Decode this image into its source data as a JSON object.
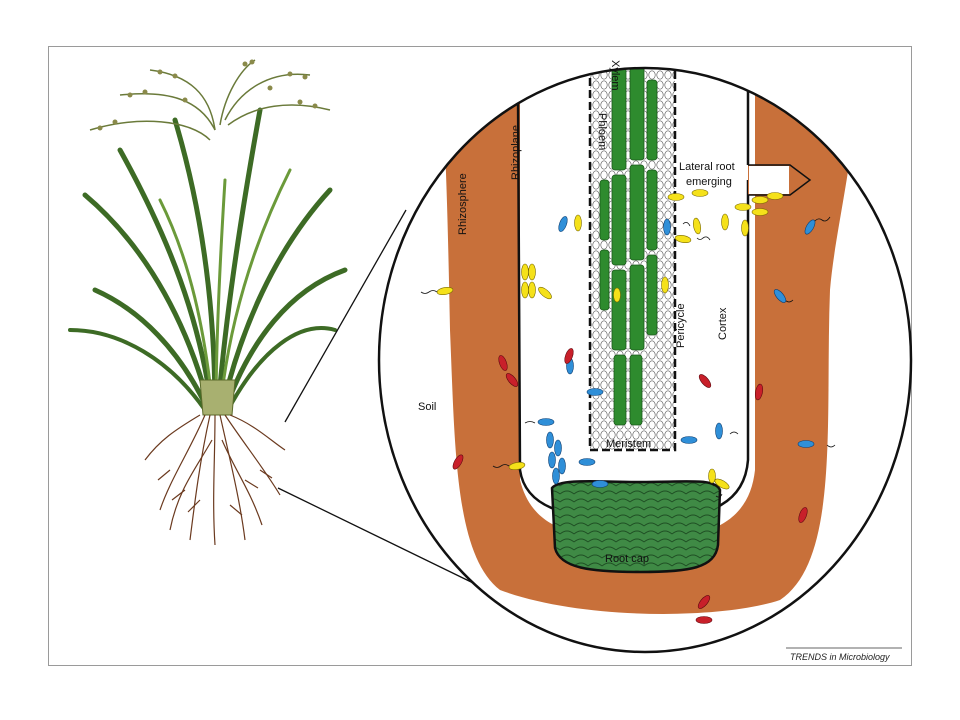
{
  "labels": {
    "rhizosphere": "Rhizosphere",
    "rhizoplane": "Rhizoplane",
    "phloem": "Phloem",
    "xylem": "Xylem",
    "lateral_root_line1": "Lateral root",
    "lateral_root_line2": "emerging",
    "pericycle": "Pericycle",
    "cortex": "Cortex",
    "soil": "Soil",
    "meristem": "Meristem",
    "root_cap": "Root cap"
  },
  "credit": "TRENDS in Microbiology",
  "colors": {
    "rhizosphere": "#c8703a",
    "vascular": "#2e8b2e",
    "root_cap": "#3f8a45",
    "bacteria_yellow": "#f5e11a",
    "bacteria_blue": "#2f8fd8",
    "bacteria_red": "#c8202a",
    "plant_leaf": "#4a7a2a",
    "roots": "#6b3a1f"
  }
}
